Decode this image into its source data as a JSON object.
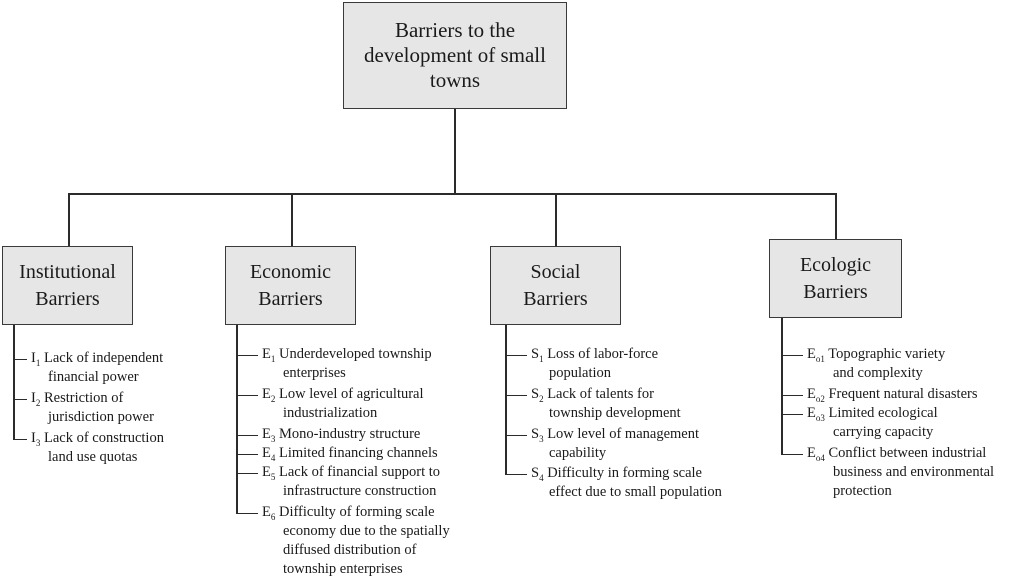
{
  "root": {
    "lines": [
      "Barriers to the",
      "development of small",
      "towns"
    ]
  },
  "categories": [
    {
      "id": "institutional",
      "title_lines": [
        "Institutional",
        "Barriers"
      ],
      "items": [
        {
          "code": "I",
          "sub": "1",
          "lines": [
            "Lack of independent",
            "financial power"
          ]
        },
        {
          "code": "I",
          "sub": "2",
          "lines": [
            "Restriction of",
            "jurisdiction power"
          ]
        },
        {
          "code": "I",
          "sub": "3",
          "lines": [
            "Lack of construction",
            "land use quotas"
          ]
        }
      ]
    },
    {
      "id": "economic",
      "title_lines": [
        "Economic",
        "Barriers"
      ],
      "items": [
        {
          "code": "E",
          "sub": "1",
          "lines": [
            "Underdeveloped township",
            "enterprises"
          ]
        },
        {
          "code": "E",
          "sub": "2",
          "lines": [
            "Low level of agricultural",
            "industrialization"
          ]
        },
        {
          "code": "E",
          "sub": "3",
          "lines": [
            "Mono-industry structure"
          ]
        },
        {
          "code": "E",
          "sub": "4",
          "lines": [
            "Limited financing channels"
          ]
        },
        {
          "code": "E",
          "sub": "5",
          "lines": [
            "Lack of financial support to",
            "infrastructure construction"
          ]
        },
        {
          "code": "E",
          "sub": "6",
          "lines": [
            "Difficulty of forming scale",
            "economy due to the spatially",
            "diffused distribution of",
            "township enterprises"
          ]
        }
      ]
    },
    {
      "id": "social",
      "title_lines": [
        "Social",
        "Barriers"
      ],
      "items": [
        {
          "code": "S",
          "sub": "1",
          "lines": [
            "Loss of labor-force",
            "population"
          ]
        },
        {
          "code": "S",
          "sub": "2",
          "lines": [
            "Lack of talents for",
            "township development"
          ]
        },
        {
          "code": "S",
          "sub": "3",
          "lines": [
            "Low level of management",
            "capability"
          ]
        },
        {
          "code": "S",
          "sub": "4",
          "lines": [
            "Difficulty in forming scale",
            "effect due to small population"
          ]
        }
      ]
    },
    {
      "id": "ecologic",
      "title_lines": [
        "Ecologic",
        "Barriers"
      ],
      "items": [
        {
          "code": "E",
          "sub": "o1",
          "lines": [
            "Topographic variety",
            "and complexity"
          ]
        },
        {
          "code": "E",
          "sub": "o2",
          "lines": [
            "Frequent natural disasters"
          ]
        },
        {
          "code": "E",
          "sub": "o3",
          "lines": [
            "Limited ecological",
            "carrying capacity"
          ]
        },
        {
          "code": "E",
          "sub": "o4",
          "lines": [
            "Conflict between industrial",
            "business and environmental",
            "protection"
          ]
        }
      ]
    }
  ]
}
